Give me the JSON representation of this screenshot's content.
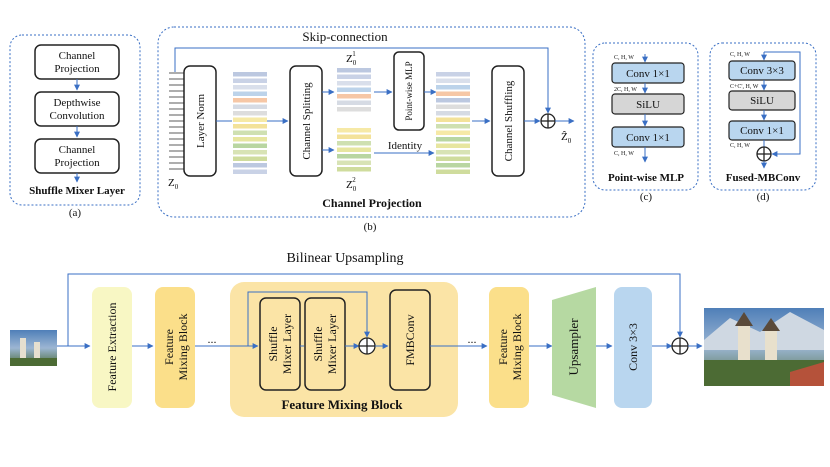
{
  "panel_a": {
    "box1": "Channel Projection",
    "box2": "Depthwise Convolution",
    "box3": "Channel Projection",
    "title": "Shuffle Mixer Layer",
    "caption": "(a)"
  },
  "panel_b": {
    "skip": "Skip-connection",
    "layer_norm": "Layer Norm",
    "channel_splitting": "Channel Splitting",
    "pointwise_mlp": "Point-wise MLP",
    "identity": "Identity",
    "channel_shuffling": "Channel Shuffling",
    "z0": "Z",
    "z0_sub": "0",
    "z1": "Z",
    "z1_sub": "0",
    "z1_sup": "1",
    "z2": "Z",
    "z2_sub": "0",
    "z2_sup": "2",
    "zhat": "Ẑ",
    "zhat_sub": "0",
    "title": "Channel Projection",
    "caption": "(b)"
  },
  "panel_c": {
    "dim1": "C, H, W",
    "conv1": "Conv 1×1",
    "dim2": "2C, H, W",
    "silu": "SiLU",
    "conv2": "Conv 1×1",
    "dim3": "C, H, W",
    "title": "Point-wise MLP",
    "caption": "(c)"
  },
  "panel_d": {
    "dim1": "C, H, W",
    "conv1": "Conv 3×3",
    "dim2": "C+C', H, W",
    "silu": "SiLU",
    "conv2": "Conv 1×1",
    "dim3": "C, H, W",
    "title": "Fused-MBConv",
    "caption": "(d)"
  },
  "bottom": {
    "bilinear": "Bilinear Upsampling",
    "feature_extraction": "Feature Extraction",
    "fmb1_line1": "Feature",
    "fmb1_line2": "Mixing Block",
    "dots1": "...",
    "sml1_line1": "Shuffle",
    "sml1_line2": "Mixer Layer",
    "sml2_line1": "Shuffle",
    "sml2_line2": "Mixer Layer",
    "fmbconv": "FMBConv",
    "fmb_title": "Feature Mixing Block",
    "dots2": "...",
    "fmb2_line1": "Feature",
    "fmb2_line2": "Mixing Block",
    "upsampler": "Upsampler",
    "conv3": "Conv 3×3"
  },
  "colors": {
    "arrow": "#3a6fc4",
    "dashed_border": "#3a6fc4",
    "light_yellow": "#f8f7c4",
    "orange_yellow": "#fbdf8a",
    "big_block": "#fbe4a6",
    "upsampler_green": "#b6d9a2",
    "conv_blue": "#b9d6ef",
    "silu_gray": "#d6d6d6"
  }
}
